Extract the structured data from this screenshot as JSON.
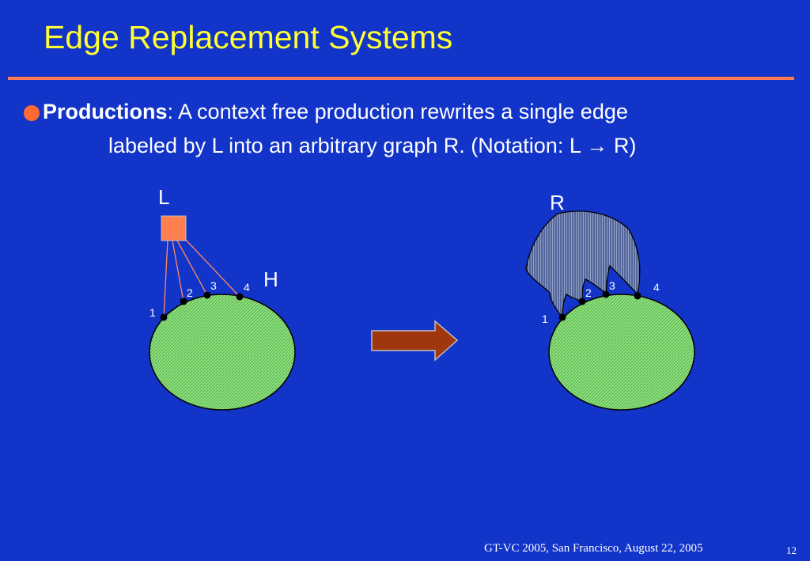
{
  "slide": {
    "title": "Edge Replacement Systems",
    "bullet": {
      "term": "Productions",
      "line1_rest": ": A context free production rewrites a single edge",
      "line2": "labeled by L into an arbitrary graph R. (Notation: L → R)"
    },
    "footer": "GT-VC 2005, San Francisco, August 22, 2005",
    "page_number": "12"
  },
  "diagram": {
    "left": {
      "edge_label": "L",
      "graph_label": "H",
      "node_labels": [
        "1",
        "2",
        "3",
        "4"
      ]
    },
    "right": {
      "graph_label": "R",
      "node_labels": [
        "1",
        "2",
        "3",
        "4"
      ]
    }
  },
  "colors": {
    "background": "#1234c8",
    "title": "#ffff33",
    "rule": "#ff7a55",
    "bullet": "#ff6a33",
    "edge_box": "#ff7f50",
    "host_graph": "#8ee07a",
    "replacement_graph": "#8fa0c8",
    "arrow": "#a0360e"
  }
}
